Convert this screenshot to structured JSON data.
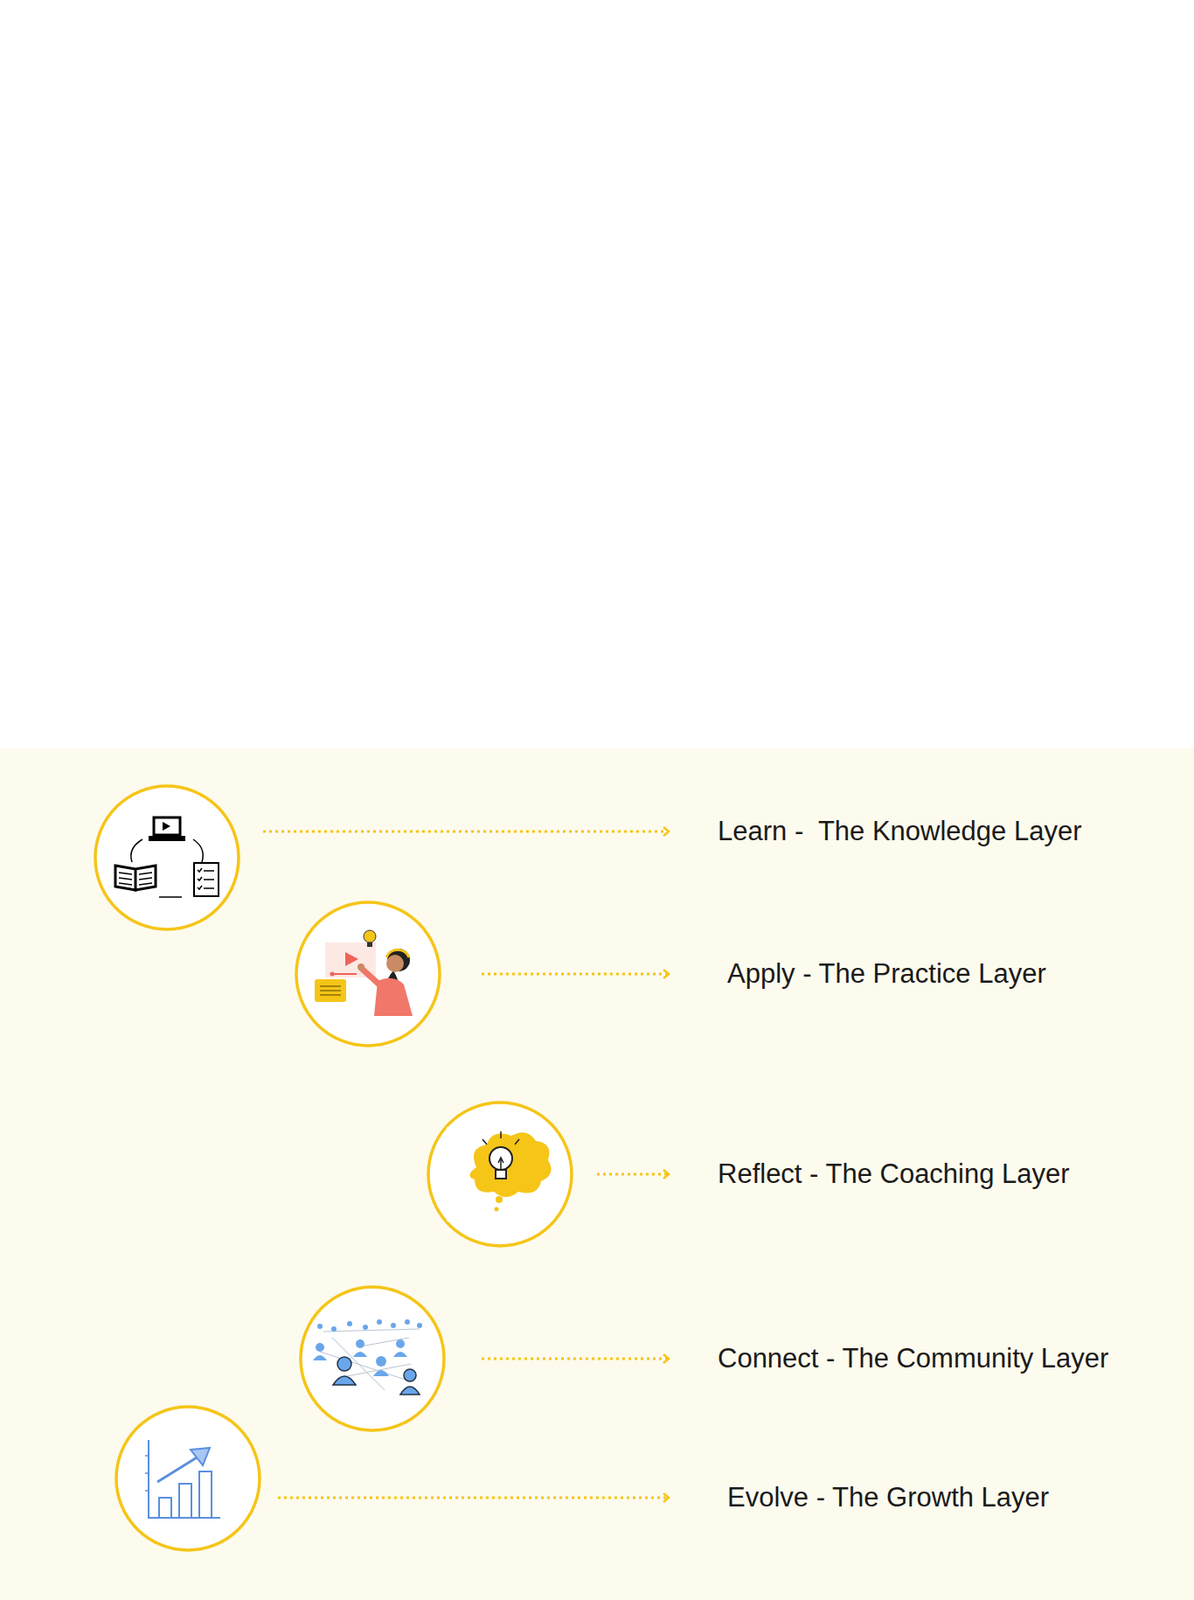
{
  "diagram": {
    "labels": [
      "Learn -  The Knowledge Layer",
      "Apply - The Practice Layer",
      "Reflect - The Coaching Layer",
      "Connect - The Community Layer",
      "Evolve - The Growth Layer"
    ]
  }
}
